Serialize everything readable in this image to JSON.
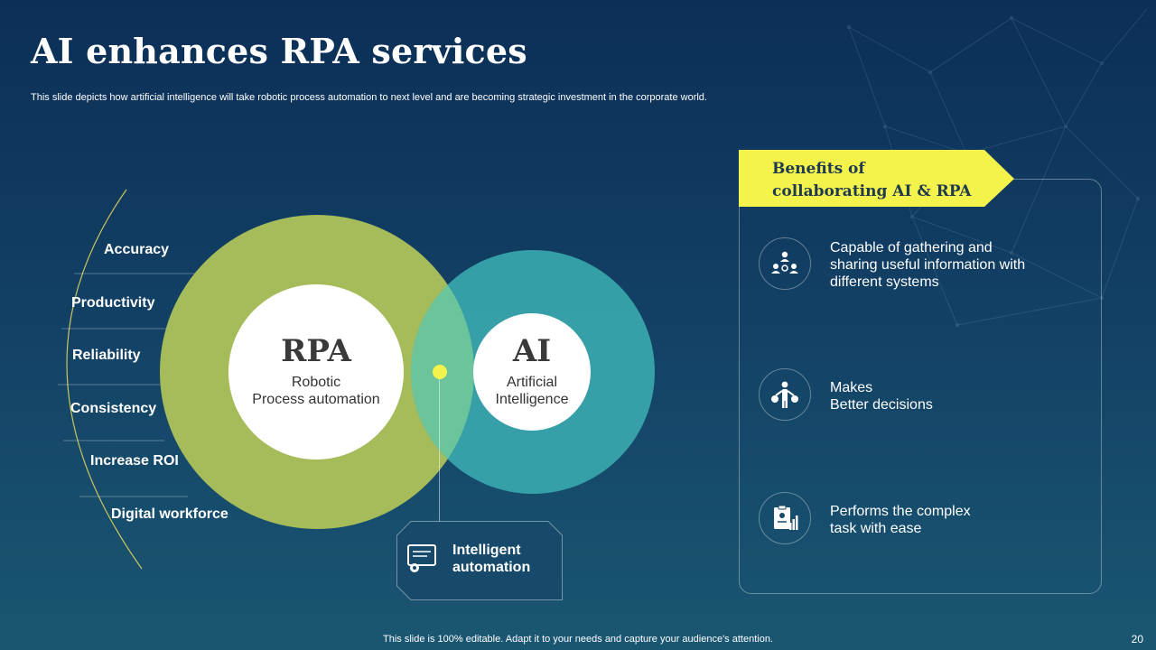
{
  "title": "AI enhances RPA services",
  "subtitle": "This slide depicts how artificial intelligence will take robotic process automation to next level and are becoming strategic investment in the corporate world.",
  "benefits_list": [
    "Accuracy",
    "Productivity",
    "Reliability",
    "Consistency",
    "Increase ROI",
    "Digital workforce"
  ],
  "rpa": {
    "abbr": "RPA",
    "line1": "Robotic",
    "line2": "Process automation"
  },
  "ai": {
    "abbr": "AI",
    "line1": "Artificial",
    "line2": "Intelligence"
  },
  "intelligent_automation": {
    "line1": "Intelligent",
    "line2": "automation",
    "icon": "monitor-gear-icon"
  },
  "panel": {
    "heading_line1": "Benefits of",
    "heading_line2": "collaborating AI & RPA",
    "items": [
      {
        "icon": "network-people-icon",
        "line1": "Capable of gathering and",
        "line2": "sharing useful information with",
        "line3": "different systems"
      },
      {
        "icon": "decision-person-icon",
        "line1": "Makes",
        "line2": "Better decisions"
      },
      {
        "icon": "task-chart-icon",
        "line1": "Performs the complex",
        "line2": "task with ease"
      }
    ]
  },
  "footer": "This slide is 100% editable. Adapt it to your needs and capture your audience's attention.",
  "page_number": "20",
  "colors": {
    "rpa_circle": "#a6bb5a",
    "ai_circle": "#38a4ac",
    "banner": "#f4f34b",
    "background": "#123f64"
  }
}
